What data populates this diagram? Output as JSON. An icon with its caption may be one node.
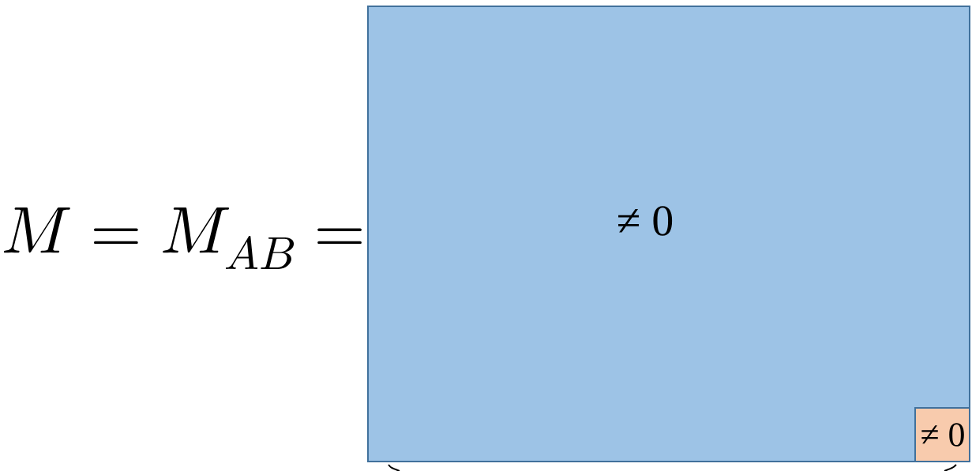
{
  "diagram": {
    "nodes": [
      {
        "text": [
          "≠ 0"
        ]
      },
      {
        "text": [
          "≠ 0"
        ],
        "in": 0
      }
    ],
    "labels": [
      "M = M_{AB} ="
    ]
  }
}
